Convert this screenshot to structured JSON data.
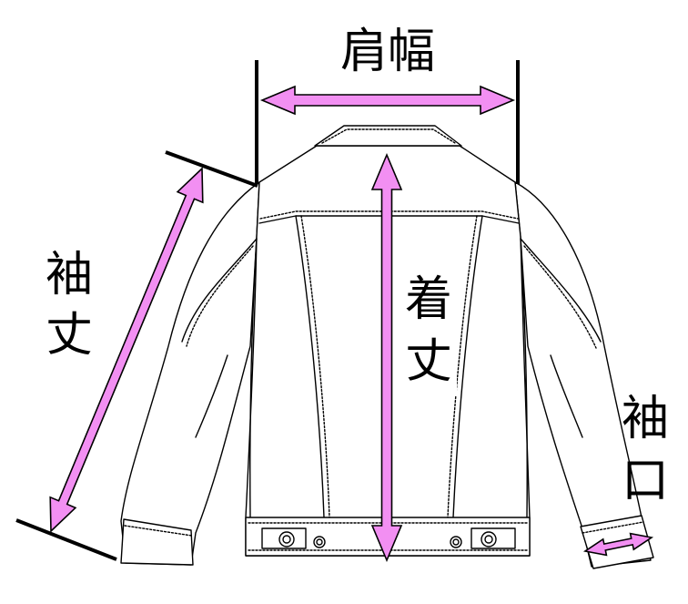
{
  "labels": {
    "shoulder_width": "肩幅",
    "sleeve_length": [
      "袖",
      "丈"
    ],
    "body_length": [
      "着",
      "丈"
    ],
    "cuff_width": [
      "袖",
      "口"
    ]
  },
  "colors": {
    "arrow": "#f28ff2",
    "arrow_outline": "#000000",
    "garment_line": "#000000",
    "background": "#ffffff"
  }
}
